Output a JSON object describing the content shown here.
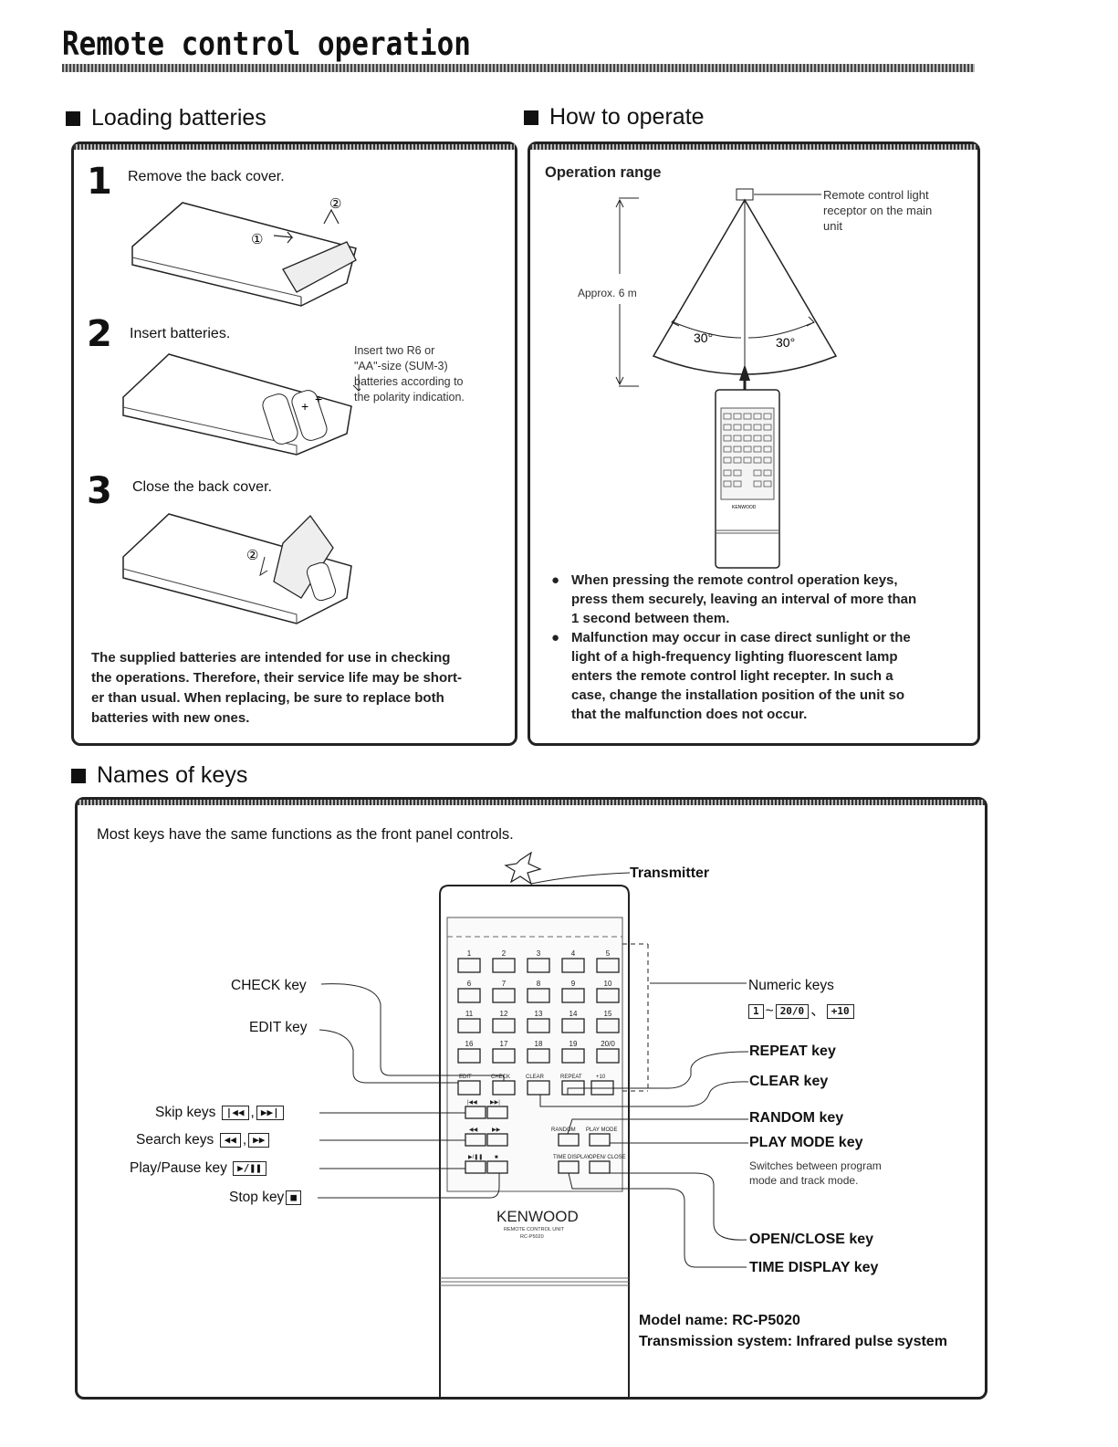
{
  "page": {
    "title": "Remote control operation"
  },
  "loading": {
    "heading": "Loading batteries",
    "steps": [
      {
        "num": "1",
        "text": "Remove the back cover."
      },
      {
        "num": "2",
        "text": "Insert batteries."
      },
      {
        "num": "3",
        "text": "Close the back cover."
      }
    ],
    "insert_note": [
      "Insert two R6 or",
      "\"AA\"-size (SUM-3)",
      "batteries according to",
      "the polarity indication."
    ],
    "circle1": "①",
    "circle2": "②",
    "footer": [
      "The supplied batteries are intended for use in checking",
      "the operations. Therefore, their service life may be short-",
      "er than usual. When replacing, be sure to replace both",
      "batteries with new ones."
    ]
  },
  "operate": {
    "heading": "How to operate",
    "range_title": "Operation range",
    "receptor_note": [
      "Remote control light",
      "receptor on the main",
      "unit"
    ],
    "distance": "Approx. 6 m",
    "angle_left": "30°",
    "angle_right": "30°",
    "bullets": [
      [
        "When pressing the remote control operation keys,",
        "press them securely, leaving an interval of more than",
        "1 second between them."
      ],
      [
        "Malfunction may occur in case direct sunlight or the",
        "light of a high-frequency lighting fluorescent lamp",
        "enters the remote control light recepter. In such a",
        "case, change the installation position of the unit so",
        "that the malfunction does not occur."
      ]
    ],
    "bullet_mark": "●"
  },
  "names": {
    "heading": "Names of keys",
    "intro": "Most keys have the same functions as the front panel controls.",
    "transmitter": "Transmitter",
    "left_labels": {
      "check": "CHECK key",
      "edit": "EDIT key",
      "skip": "Skip keys",
      "search": "Search keys",
      "playpause": "Play/Pause key",
      "stop": "Stop key"
    },
    "right_labels": {
      "numeric": "Numeric keys",
      "numeric_range": [
        "1",
        "~",
        "20/0",
        "、",
        "+10"
      ],
      "repeat": "REPEAT key",
      "clear": "CLEAR key",
      "random": "RANDOM key",
      "playmode": "PLAY MODE key",
      "playmode_note": [
        "Switches between program",
        "mode and track mode."
      ],
      "openclose": "OPEN/CLOSE key",
      "timedisplay": "TIME DISPLAY key"
    },
    "key_glyphs": {
      "skip_back": "|◀◀",
      "skip_fwd": "▶▶|",
      "search_back": "◀◀",
      "search_fwd": "▶▶",
      "playpause": "▶/❚❚",
      "stop": "■",
      "sep": ","
    },
    "remote": {
      "brand": "KENWOOD",
      "sub1": "REMOTE CONTROL UNIT",
      "sub2": "RC-P5020",
      "mini_brand": "KENWOOD",
      "row_numbers": [
        [
          "1",
          "2",
          "3",
          "4",
          "5"
        ],
        [
          "6",
          "7",
          "8",
          "9",
          "10"
        ],
        [
          "11",
          "12",
          "13",
          "14",
          "15"
        ],
        [
          "16",
          "17",
          "18",
          "19",
          "20/0"
        ]
      ],
      "func_labels": [
        "EDIT",
        "CHECK",
        "CLEAR",
        "REPEAT",
        "+10"
      ],
      "skip_labels": [
        "|◀◀",
        "▶▶|"
      ],
      "search_labels": [
        "◀◀",
        "▶▶"
      ],
      "play_labels": [
        "▶/❚❚",
        "■"
      ],
      "mode_labels": [
        "RANDOM",
        "PLAY MODE"
      ],
      "disp_labels": [
        "TIME DISPLAY",
        "OPEN/ CLOSE"
      ]
    },
    "model": "Model name: RC-P5020",
    "transmission": "Transmission system: Infrared pulse system"
  }
}
